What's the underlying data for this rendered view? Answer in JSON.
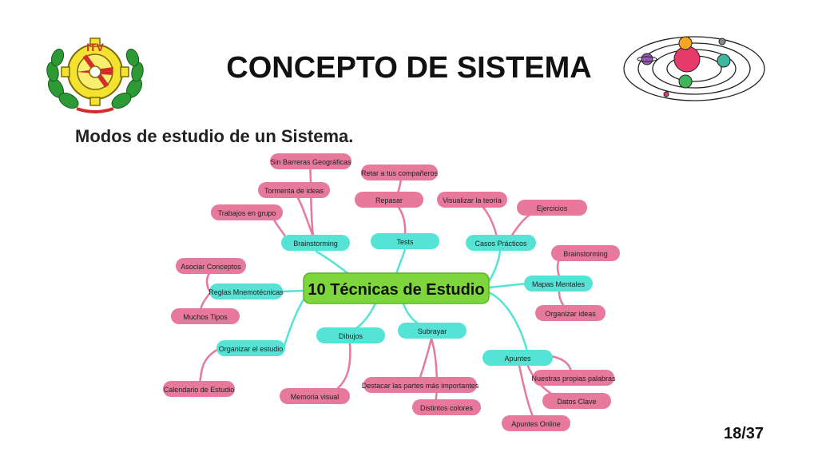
{
  "slide": {
    "title": "CONCEPTO DE SISTEMA",
    "subtitle": "Modos de estudio de un Sistema.",
    "page_number": "18/37",
    "logo_left": {
      "icon": "itv-gear-logo-icon",
      "text": "ITV"
    },
    "logo_right": {
      "icon": "solar-system-icon"
    }
  },
  "colors": {
    "cyan": "#55e3d6",
    "pink": "#e7799c",
    "center": "#7dd63b",
    "cyan_line": "#55e3d6",
    "pink_line": "#e7799c"
  },
  "mindmap": {
    "center": "10 Técnicas de Estudio",
    "branches": {
      "brainstorming": "Brainstorming",
      "tests": "Tests",
      "casos": "Casos Prácticos",
      "reglas": "Reglas Mnemotécnicas",
      "organizar": "Organizar el estudio",
      "dibujos": "Dibujos",
      "subrayar": "Subrayar",
      "mapas": "Mapas Mentales",
      "apuntes": "Apuntes"
    },
    "leaves": {
      "sin_barreras": "Sin Barreras Geográficas",
      "tormenta": "Tormenta de ideas",
      "trabajos": "Trabajos en grupo",
      "retar": "Retar a tus compañeros",
      "repasar": "Repasar",
      "visualizar": "Visualizar la teoría",
      "ejercicios": "Ejercicios",
      "asociar": "Asociar Conceptos",
      "muchos": "Muchos Tipos",
      "calendario": "Calendario de Estudio",
      "memoria": "Memoria visual",
      "destacar": "Destacar las partes más importantes",
      "distintos": "Distintos colores",
      "brainstorming2": "Brainstorming",
      "organizar_ideas": "Organizar ideas",
      "propias": "Nuestras propias palabras",
      "datos": "Datos Clave",
      "online": "Apuntes Online"
    }
  }
}
